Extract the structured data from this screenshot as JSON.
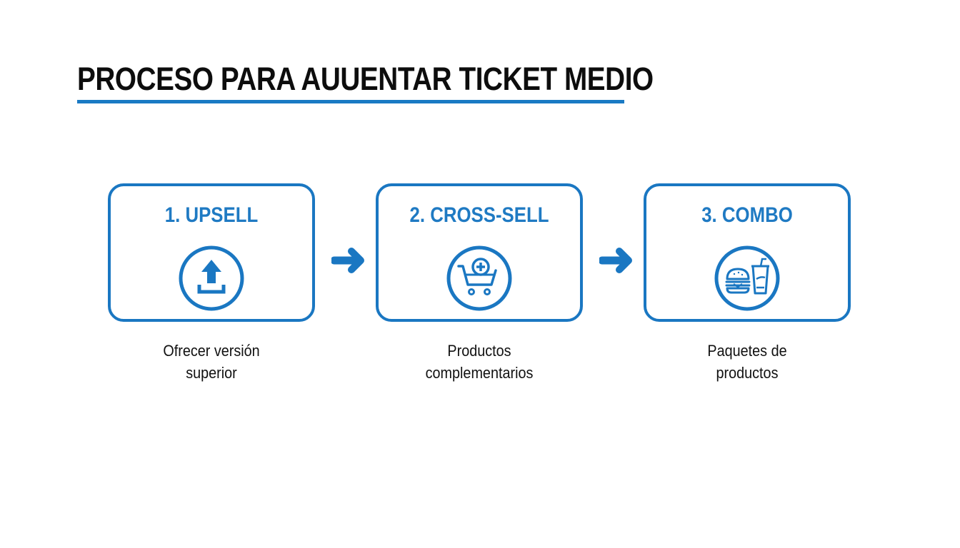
{
  "title": "PROCESO PARA AUUENTAR TICKET MEDIO",
  "colors": {
    "accent": "#1a77c2",
    "title_text": "#0d0d0d",
    "background": "#ffffff"
  },
  "steps": [
    {
      "label": "1. UPSELL",
      "icon": "upload-arrow-icon",
      "description_line1": "Ofrecer versión",
      "description_line2": "superior"
    },
    {
      "label": "2. CROSS-SELL",
      "icon": "cart-plus-icon",
      "description_line1": "Productos",
      "description_line2": "complementarios"
    },
    {
      "label": "3. COMBO",
      "icon": "burger-drink-icon",
      "description_line1": "Paquetes de",
      "description_line2": "productos"
    }
  ],
  "connectors": [
    "arrow-right-icon",
    "arrow-right-icon"
  ]
}
